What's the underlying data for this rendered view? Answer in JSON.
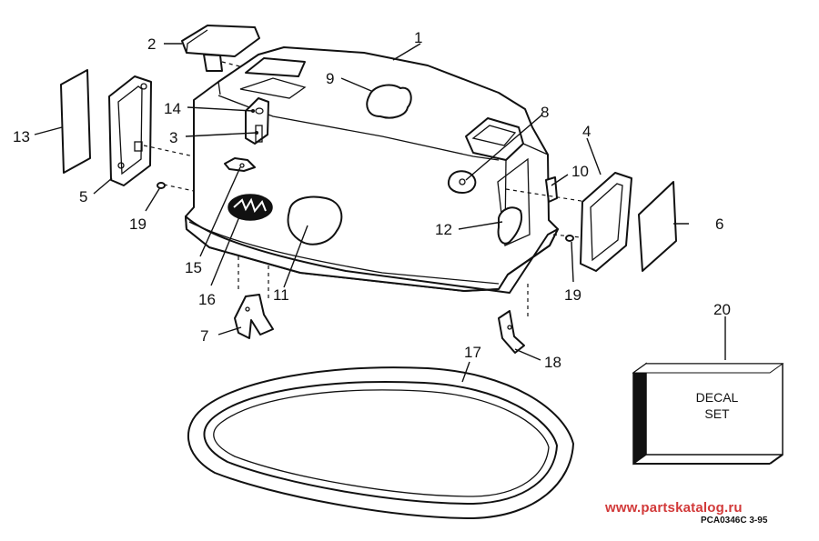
{
  "labels": {
    "p1": "1",
    "p2": "2",
    "p3": "3",
    "p4": "4",
    "p5": "5",
    "p6": "6",
    "p7": "7",
    "p8": "8",
    "p9": "9",
    "p10": "10",
    "p11": "11",
    "p12": "12",
    "p13": "13",
    "p14": "14",
    "p15": "15",
    "p16": "16",
    "p17": "17",
    "p18": "18",
    "p19a": "19",
    "p19b": "19",
    "p20": "20"
  },
  "decal_box": {
    "line1": "DECAL",
    "line2": "SET"
  },
  "footer": {
    "watermark": "www.partskatalog.ru",
    "code": "PCA0346C   3-95"
  }
}
